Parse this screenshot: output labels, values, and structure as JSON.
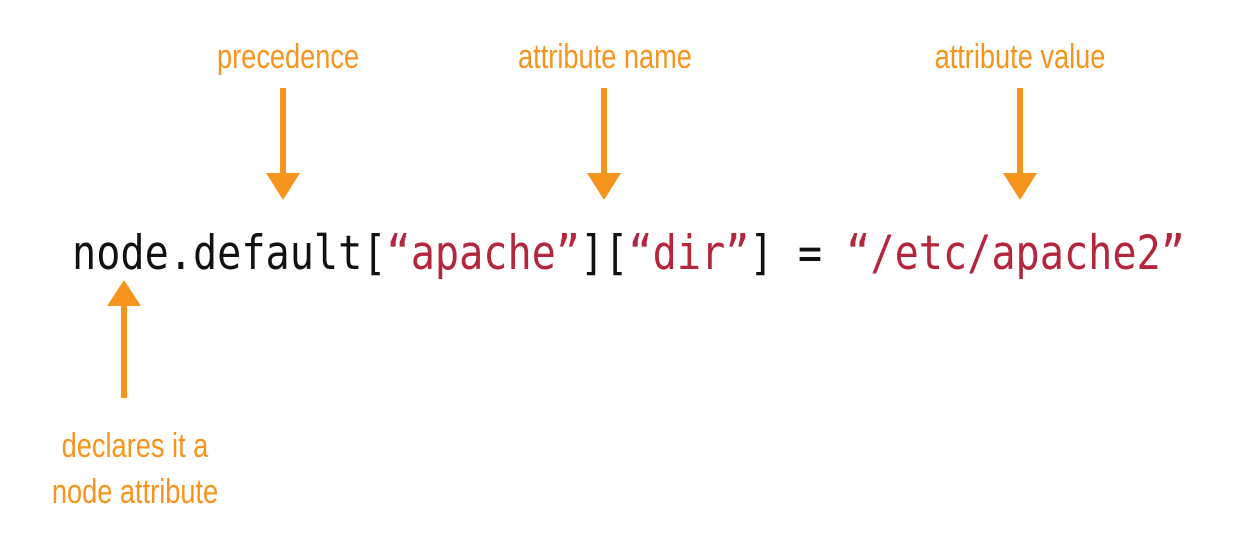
{
  "labels": {
    "precedence": "precedence",
    "attribute_name": "attribute name",
    "attribute_value": "attribute value",
    "declares_line1": "declares it a",
    "declares_line2": "node attribute"
  },
  "code": {
    "prefix": "node.default[",
    "key1": "“apache”",
    "mid": "][",
    "key2": "“dir”",
    "assign": "] = ",
    "value": "“/etc/apache2”"
  },
  "colors": {
    "annotation": "#f7941d",
    "string": "#b3263d",
    "code": "#111111"
  }
}
